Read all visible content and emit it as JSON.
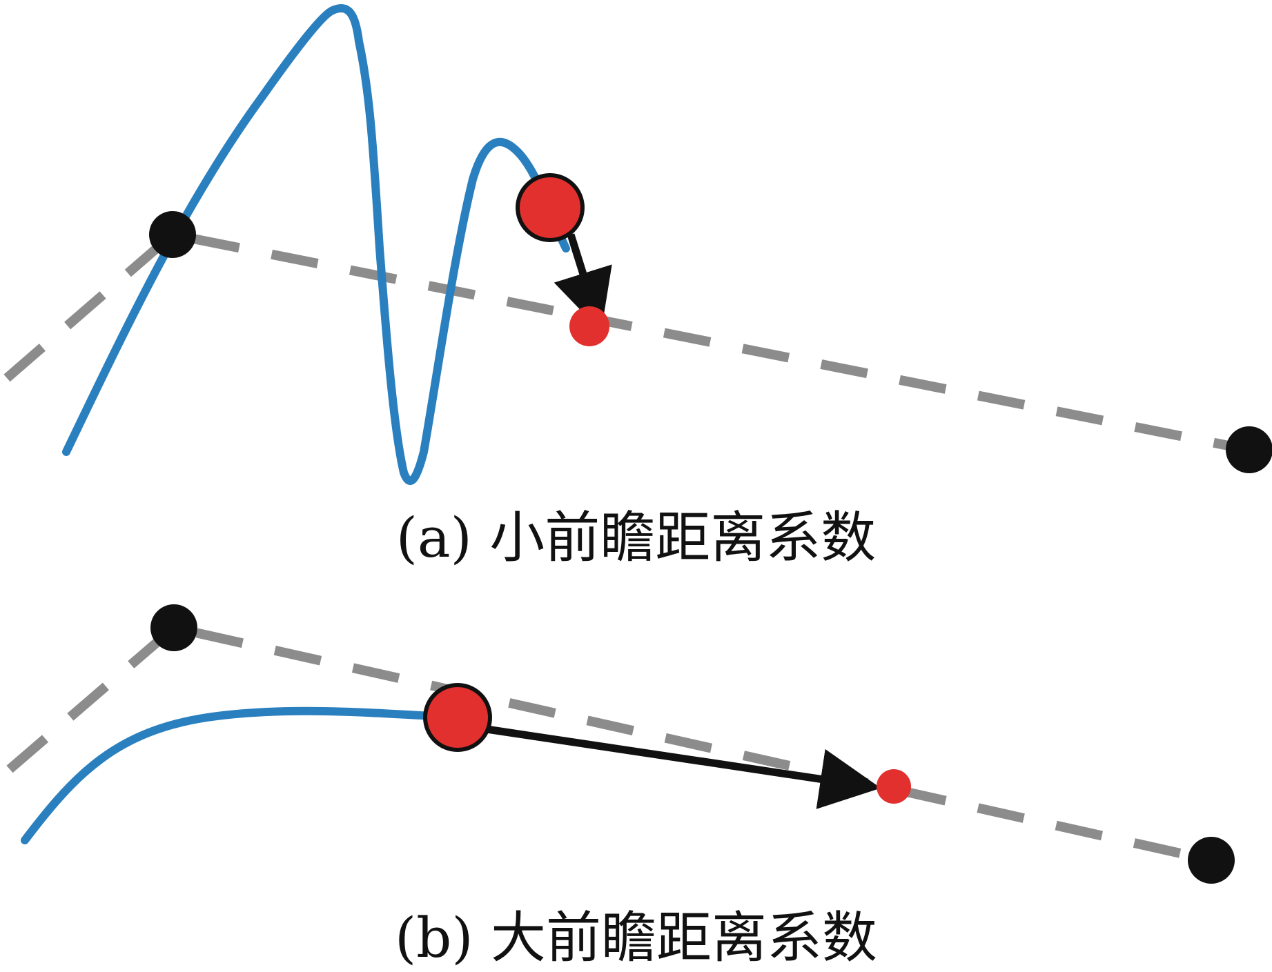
{
  "panels": [
    {
      "id": "a",
      "caption": "(a) 小前瞻距离系数"
    },
    {
      "id": "b",
      "caption": "(b) 大前瞻距离系数"
    }
  ],
  "colors": {
    "path": "#2a7fbf",
    "reference": "#8c8c8c",
    "waypoint": "#111111",
    "current_point": "#e2302e",
    "lookahead_point": "#e2302e",
    "arrow": "#111111"
  }
}
